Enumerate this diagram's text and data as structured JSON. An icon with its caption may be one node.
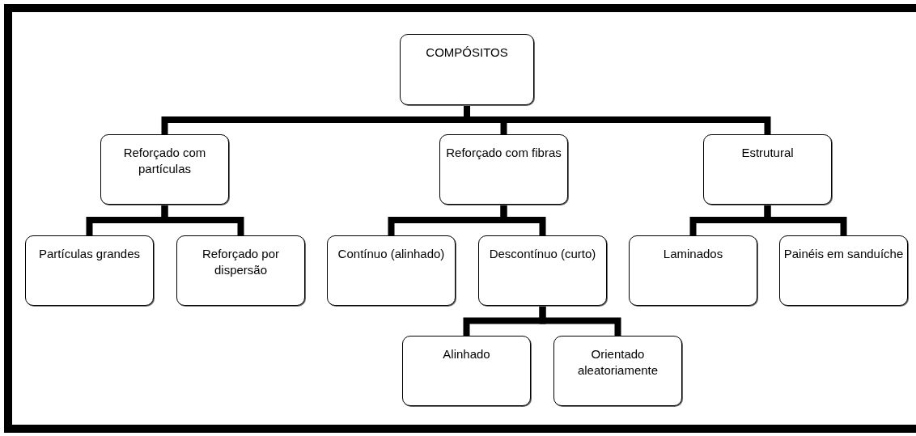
{
  "diagram": {
    "nodes": [
      {
        "text": [
          "COMPÓSITOS"
        ]
      },
      {
        "text": [
          "Reforçado com partículas"
        ]
      },
      {
        "text": [
          "Reforçado com fibras"
        ]
      },
      {
        "text": [
          "Estrutural"
        ]
      },
      {
        "text": [
          "Partículas grandes"
        ]
      },
      {
        "text": [
          "Reforçado por dispersão"
        ]
      },
      {
        "text": [
          "Contínuo (alinhado)"
        ]
      },
      {
        "text": [
          "Descontínuo (curto)"
        ]
      },
      {
        "text": [
          "Laminados"
        ]
      },
      {
        "text": [
          "Painéis em sanduíche"
        ]
      },
      {
        "text": [
          "Alinhado"
        ]
      },
      {
        "text": [
          "Orientado aleatoriamente"
        ]
      }
    ],
    "edges": [
      {
        "from": 0,
        "to": 1,
        "arrow": "none"
      },
      {
        "from": 0,
        "to": 2,
        "arrow": "none"
      },
      {
        "from": 0,
        "to": 3,
        "arrow": "none"
      },
      {
        "from": 1,
        "to": 4,
        "arrow": "none"
      },
      {
        "from": 1,
        "to": 5,
        "arrow": "none"
      },
      {
        "from": 2,
        "to": 6,
        "arrow": "none"
      },
      {
        "from": 2,
        "to": 7,
        "arrow": "none"
      },
      {
        "from": 3,
        "to": 8,
        "arrow": "none"
      },
      {
        "from": 3,
        "to": 9,
        "arrow": "none"
      },
      {
        "from": 7,
        "to": 10,
        "arrow": "none"
      },
      {
        "from": 7,
        "to": 11,
        "arrow": "none"
      }
    ]
  }
}
